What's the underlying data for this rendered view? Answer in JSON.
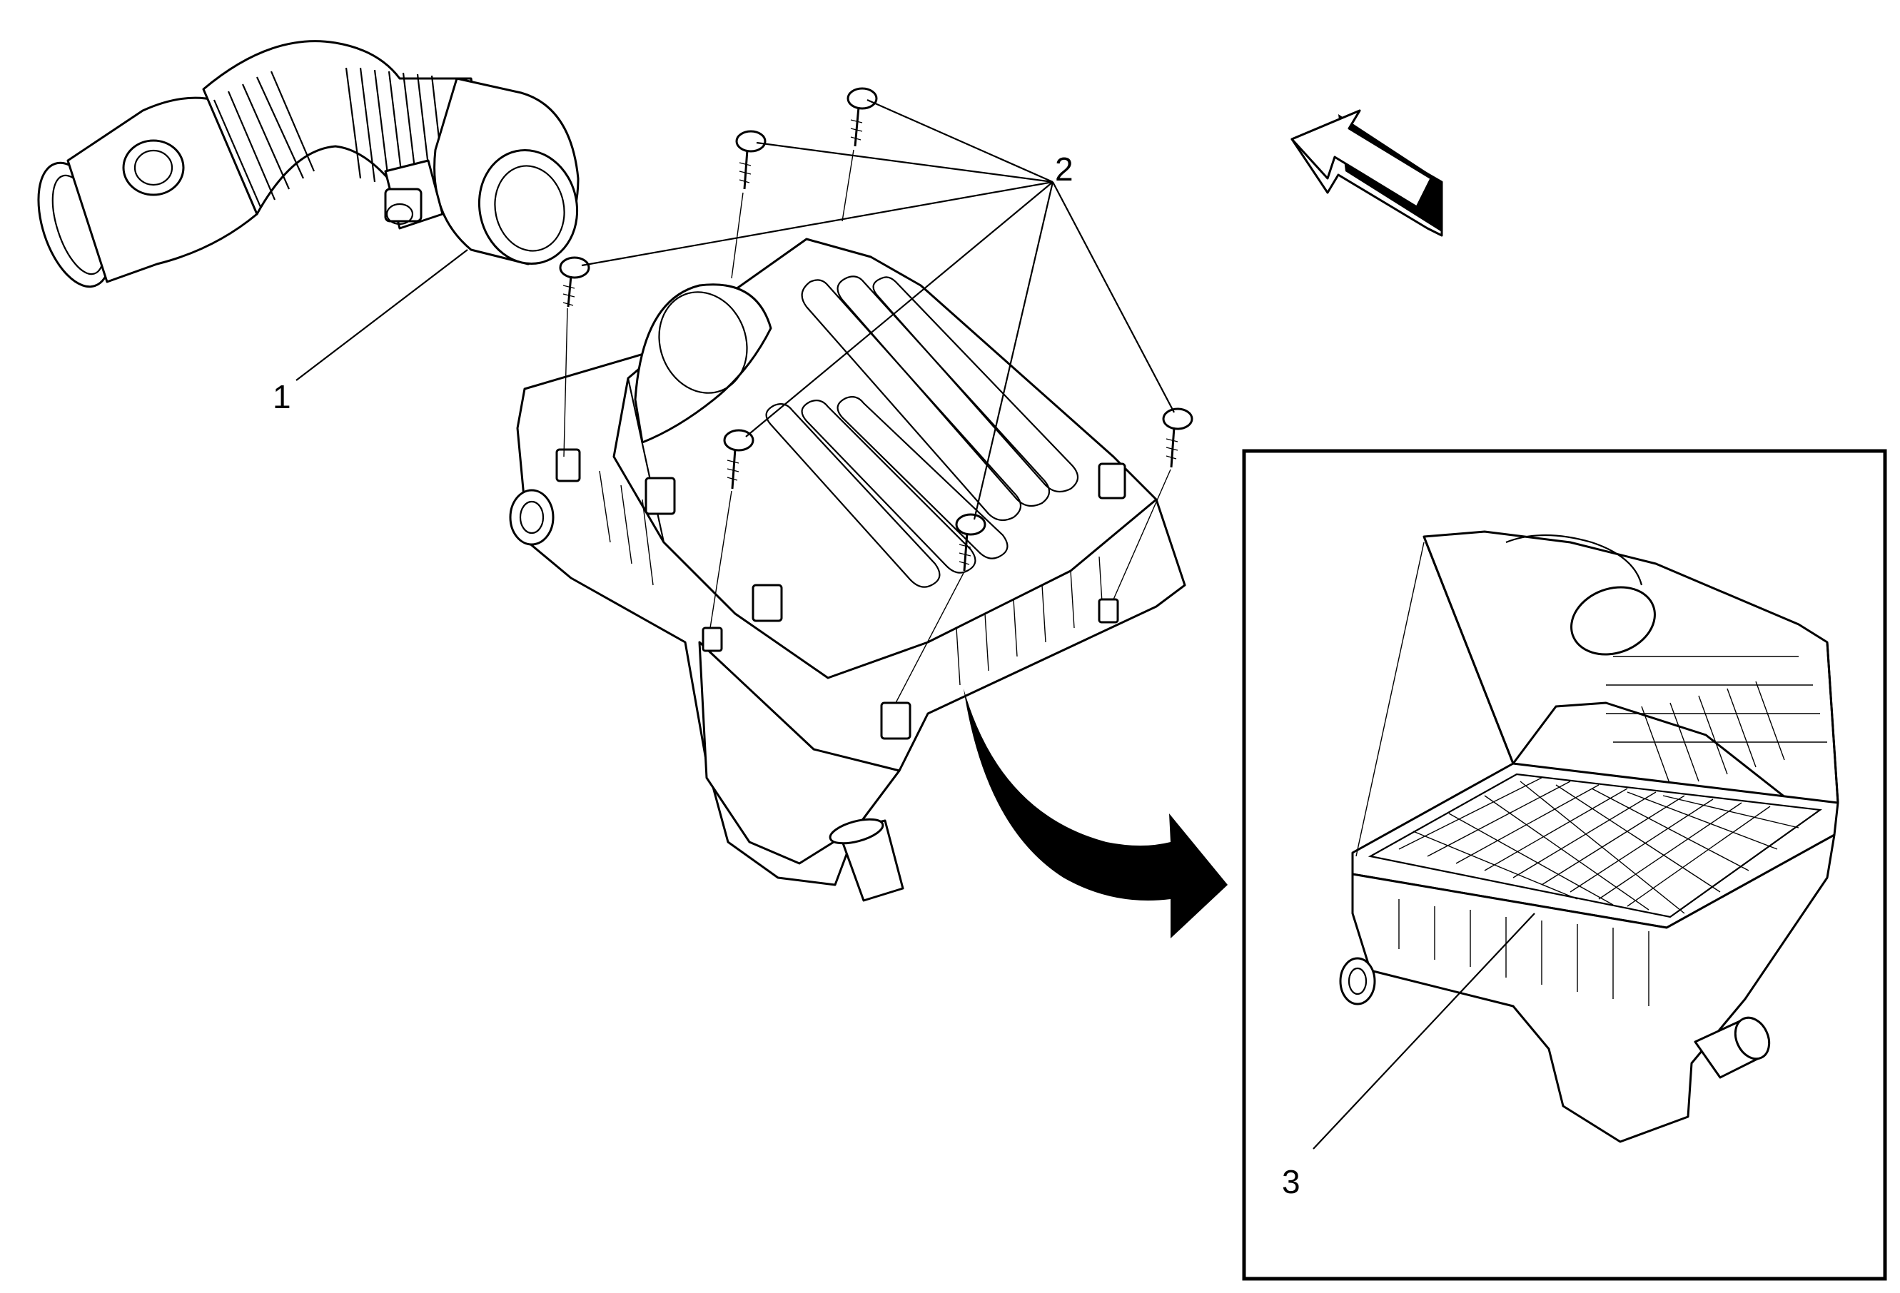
{
  "callouts": {
    "label_1": "1",
    "label_2": "2",
    "label_3": "3"
  },
  "colors": {
    "line": "#000000",
    "background": "#ffffff",
    "arrow_fill": "#000000"
  }
}
